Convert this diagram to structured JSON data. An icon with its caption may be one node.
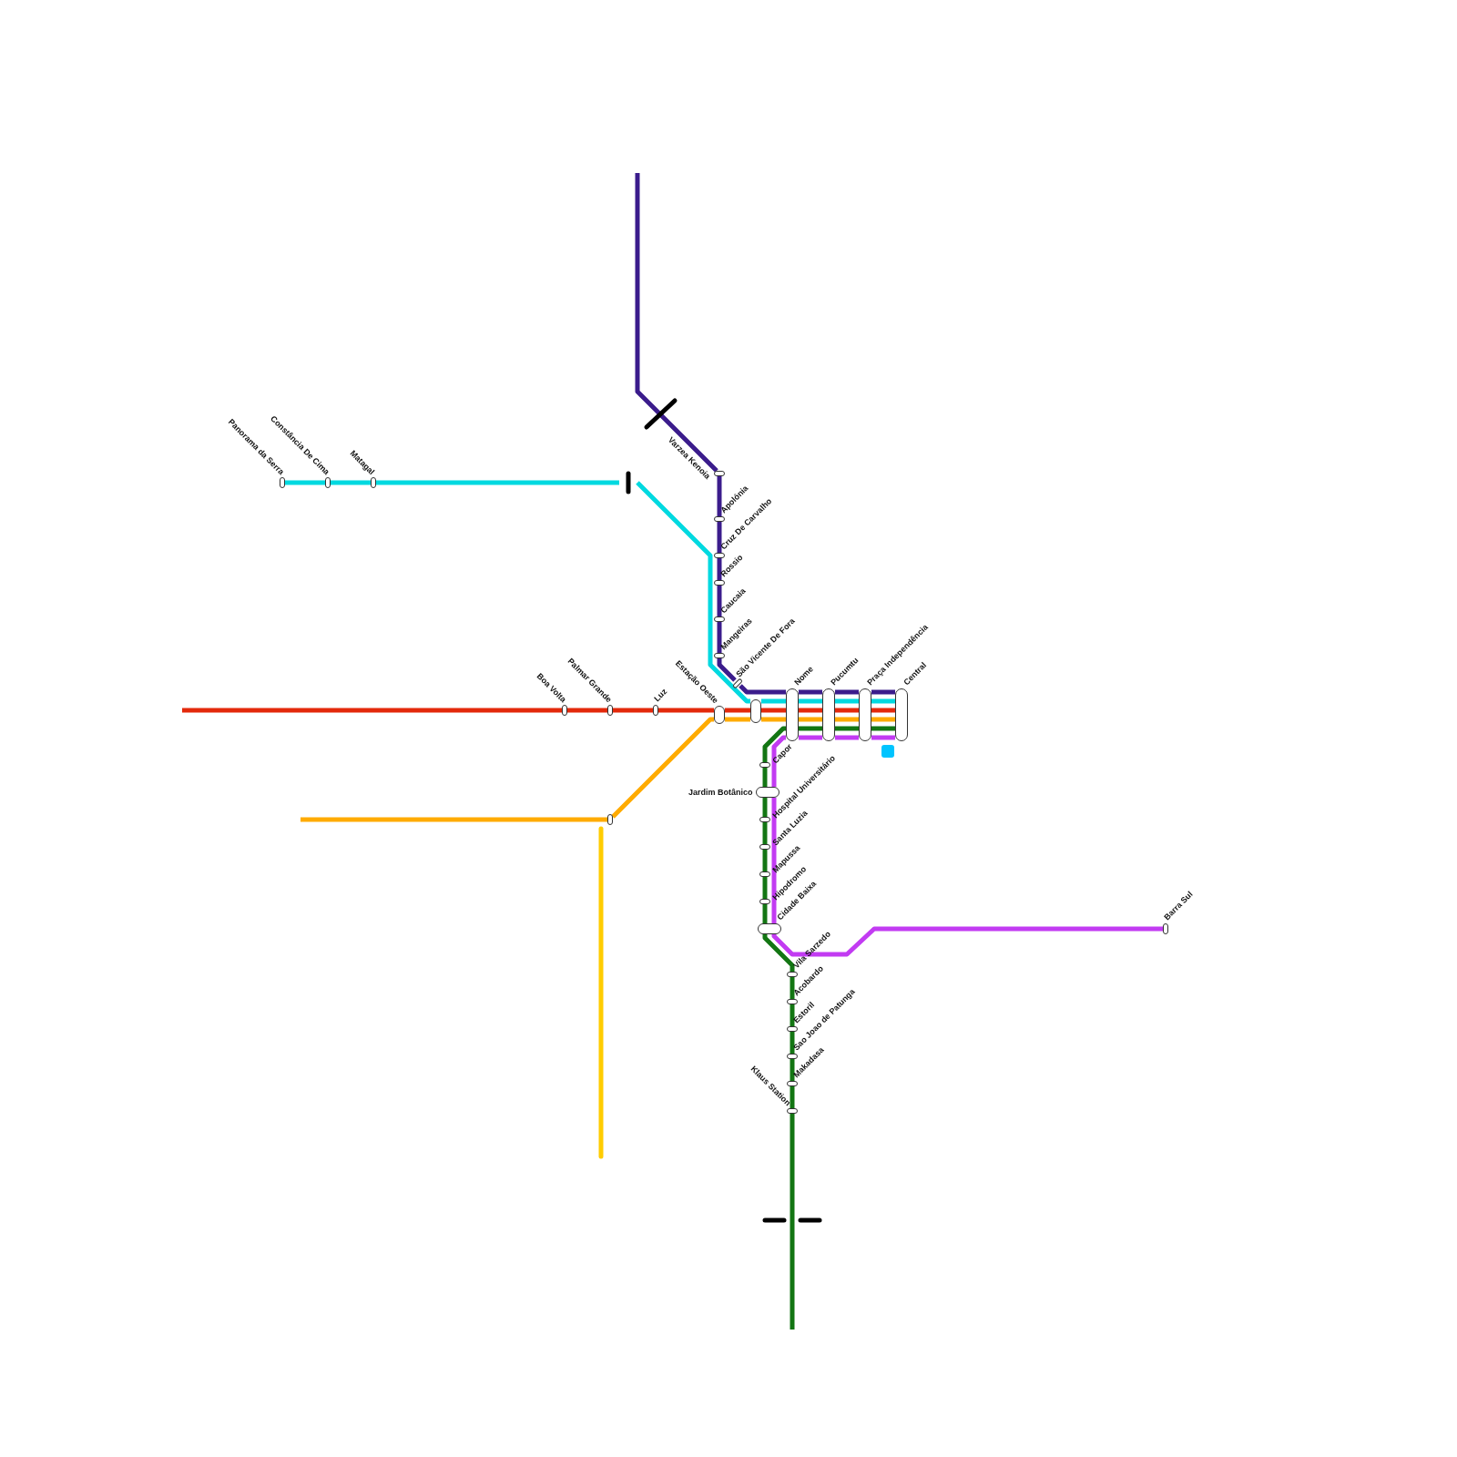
{
  "diagram": {
    "nodes": [
      {
        "text": [
          "Varzea Kenoia"
        ]
      },
      {
        "text": [
          "Apolónia"
        ]
      },
      {
        "text": [
          "Cruz De Carvalho"
        ]
      },
      {
        "text": [
          "Rossio"
        ]
      },
      {
        "text": [
          "Caucaia"
        ]
      },
      {
        "text": [
          "Mangeiras"
        ]
      },
      {
        "text": [
          "São Vicente De Fora"
        ]
      },
      {
        "text": [
          "Nome"
        ]
      },
      {
        "text": [
          "Pucumtu"
        ]
      },
      {
        "text": [
          "Praça Independência"
        ]
      },
      {
        "text": [
          "Central"
        ]
      },
      {
        "text": [
          "Panorama da Serra"
        ]
      },
      {
        "text": [
          "Constância De Cima"
        ]
      },
      {
        "text": [
          "Matagal"
        ]
      },
      {
        "text": [],
        "shape": "box"
      },
      {
        "text": [
          "Boa Volta"
        ]
      },
      {
        "text": [
          "Palmar Grande"
        ]
      },
      {
        "text": [
          "Luz"
        ]
      },
      {
        "text": [
          "Estação Oeste"
        ]
      },
      {
        "text": [],
        "shape": "box"
      },
      {
        "text": [
          "Capor"
        ]
      },
      {
        "text": [
          "Jardim Botânico"
        ]
      },
      {
        "text": [
          "Hospital Universitário"
        ]
      },
      {
        "text": [
          "Santa Luzia"
        ]
      },
      {
        "text": [
          "Mapussa"
        ]
      },
      {
        "text": [
          "Hipodromo"
        ]
      },
      {
        "text": [
          "Cidade Baixa"
        ]
      },
      {
        "text": [
          "Vila Sarzedo"
        ]
      },
      {
        "text": [
          "Acobardo"
        ]
      },
      {
        "text": [
          "Estoril"
        ]
      },
      {
        "text": [
          "Sao Joao de Patunga"
        ]
      },
      {
        "text": [
          "Makadasa"
        ]
      },
      {
        "text": [
          "Klaus Station"
        ]
      },
      {
        "text": [
          "Barra Sul"
        ]
      }
    ],
    "edges": [
      {
        "from": null,
        "to": 0,
        "arrow": "none",
        "color": "#3b1c8c"
      },
      {
        "from": 0,
        "to": 1,
        "arrow": "none",
        "color": "#3b1c8c"
      },
      {
        "from": 1,
        "to": 2,
        "arrow": "none",
        "color": "#3b1c8c"
      },
      {
        "from": 2,
        "to": 3,
        "arrow": "none",
        "color": "#3b1c8c"
      },
      {
        "from": 3,
        "to": 4,
        "arrow": "none",
        "color": "#3b1c8c"
      },
      {
        "from": 4,
        "to": 5,
        "arrow": "none",
        "color": "#3b1c8c"
      },
      {
        "from": 5,
        "to": 6,
        "arrow": "none",
        "color": "#3b1c8c"
      },
      {
        "from": 6,
        "to": 7,
        "arrow": "none",
        "color": "#3b1c8c"
      },
      {
        "from": 7,
        "to": 8,
        "arrow": "none",
        "color": "#3b1c8c"
      },
      {
        "from": 8,
        "to": 9,
        "arrow": "none",
        "color": "#3b1c8c"
      },
      {
        "from": 9,
        "to": 10,
        "arrow": "none",
        "color": "#3b1c8c"
      },
      {
        "from": 11,
        "to": 12,
        "arrow": "none",
        "color": "#00d9e0"
      },
      {
        "from": 12,
        "to": 13,
        "arrow": "none",
        "color": "#00d9e0"
      },
      {
        "from": 13,
        "to": null,
        "arrow": "none",
        "color": "#00d9e0"
      },
      {
        "from": null,
        "to": 14,
        "arrow": "none",
        "color": "#00d9e0"
      },
      {
        "from": 14,
        "to": 7,
        "arrow": "none",
        "color": "#00d9e0"
      },
      {
        "from": 7,
        "to": 8,
        "arrow": "none",
        "color": "#00d9e0"
      },
      {
        "from": 8,
        "to": 9,
        "arrow": "none",
        "color": "#00d9e0"
      },
      {
        "from": 9,
        "to": 10,
        "arrow": "none",
        "color": "#00d9e0"
      },
      {
        "from": null,
        "to": 15,
        "arrow": "none",
        "color": "#e3290b"
      },
      {
        "from": 15,
        "to": 16,
        "arrow": "none",
        "color": "#e3290b"
      },
      {
        "from": 16,
        "to": 17,
        "arrow": "none",
        "color": "#e3290b"
      },
      {
        "from": 17,
        "to": 18,
        "arrow": "none",
        "color": "#e3290b"
      },
      {
        "from": 18,
        "to": 14,
        "arrow": "none",
        "color": "#e3290b"
      },
      {
        "from": 14,
        "to": 7,
        "arrow": "none",
        "color": "#e3290b"
      },
      {
        "from": 7,
        "to": 8,
        "arrow": "none",
        "color": "#e3290b"
      },
      {
        "from": 8,
        "to": 9,
        "arrow": "none",
        "color": "#e3290b"
      },
      {
        "from": 9,
        "to": 10,
        "arrow": "none",
        "color": "#e3290b"
      },
      {
        "from": null,
        "to": 19,
        "arrow": "none",
        "color": "#ffab00"
      },
      {
        "from": 19,
        "to": 18,
        "arrow": "none",
        "color": "#ffab00"
      },
      {
        "from": 18,
        "to": 14,
        "arrow": "none",
        "color": "#ffab00"
      },
      {
        "from": 14,
        "to": 7,
        "arrow": "none",
        "color": "#ffab00"
      },
      {
        "from": 7,
        "to": 8,
        "arrow": "none",
        "color": "#ffab00"
      },
      {
        "from": 8,
        "to": 9,
        "arrow": "none",
        "color": "#ffab00"
      },
      {
        "from": 9,
        "to": 10,
        "arrow": "none",
        "color": "#ffab00"
      },
      {
        "from": 7,
        "to": 8,
        "arrow": "none"
      },
      {
        "from": 8,
        "to": 9,
        "arrow": "none"
      },
      {
        "from": 9,
        "to": 10,
        "arrow": "none"
      },
      {
        "from": 7,
        "to": 20,
        "arrow": "none"
      },
      {
        "from": 20,
        "to": 21,
        "arrow": "none"
      },
      {
        "from": 21,
        "to": 22,
        "arrow": "none"
      },
      {
        "from": 22,
        "to": 23,
        "arrow": "none"
      },
      {
        "from": 23,
        "to": 24,
        "arrow": "none"
      },
      {
        "from": 24,
        "to": 25,
        "arrow": "none"
      },
      {
        "from": 25,
        "to": 26,
        "arrow": "none"
      },
      {
        "from": 26,
        "to": 27,
        "arrow": "none"
      },
      {
        "from": 27,
        "to": 28,
        "arrow": "none"
      },
      {
        "from": 28,
        "to": 29,
        "arrow": "none"
      },
      {
        "from": 29,
        "to": 30,
        "arrow": "none"
      },
      {
        "from": 30,
        "to": 31,
        "arrow": "none"
      },
      {
        "from": 31,
        "to": 32,
        "arrow": "none"
      },
      {
        "from": 32,
        "to": null,
        "arrow": "none"
      },
      {
        "from": 7,
        "to": 8,
        "arrow": "none",
        "color": "#c23bf2"
      },
      {
        "from": 8,
        "to": 9,
        "arrow": "none",
        "color": "#c23bf2"
      },
      {
        "from": 9,
        "to": 10,
        "arrow": "none",
        "color": "#c23bf2"
      },
      {
        "from": 7,
        "to": 21,
        "arrow": "none",
        "color": "#c23bf2"
      },
      {
        "from": 21,
        "to": 26,
        "arrow": "none",
        "color": "#c23bf2"
      },
      {
        "from": 26,
        "to": 33,
        "arrow": "none",
        "color": "#c23bf2"
      }
    ]
  }
}
